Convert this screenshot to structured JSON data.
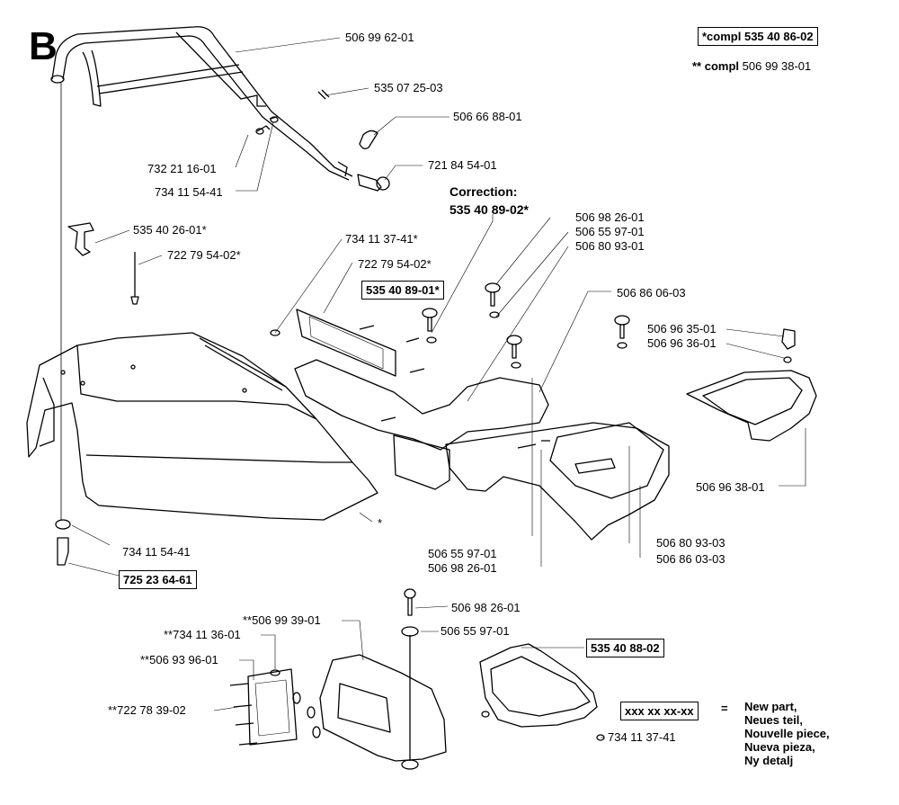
{
  "section_letter": "B",
  "compl": [
    {
      "prefix": "*compl",
      "number": "535 40 86-02"
    },
    {
      "prefix": "** compl",
      "number": "506 99 38-01"
    }
  ],
  "correction": {
    "heading": "Correction:",
    "number": "535 40 89-02*"
  },
  "labels": {
    "p506996201": "506 99 62-01",
    "p535072503": "535 07 25-03",
    "p506668801": "506 66 88-01",
    "p732211601": "732 21 16-01",
    "p721845401": "721 84 54-01",
    "p734115441a": "734 11 54-41",
    "p535402601": "535 40 26-01*",
    "p722795402a": "722 79 54-02*",
    "p734113741a": "734 11 37-41*",
    "p722795402b": "722 79 54-02*",
    "p535408901": "535 40 89-01*",
    "p506982601a": "506 98 26-01",
    "p506559701a": "506 55 97-01",
    "p506809301": "506 80 93-01",
    "p506860603": "506 86 06-03",
    "p506963501": "506 96 35-01",
    "p506963601": "506 96 36-01",
    "p506963801": "506 96 38-01",
    "star": "*",
    "p734115441b": "734 11 54-41",
    "p725236461": "725 23 64-61",
    "p506559701b": "506 55 97-01",
    "p506982601b": "506 98 26-01",
    "p506809303": "506 80 93-03",
    "p506860303": "506 86 03-03",
    "p506982601c": "506 98 26-01",
    "p506559701c": "506 55 97-01",
    "p506993901": "**506 99 39-01",
    "p734113601": "**734 11 36-01",
    "p506939601": "**506 93 96-01",
    "p722783902": "**722 78 39-02",
    "p535408802": "535 40 88-02",
    "p734113741b": "734 11 37-41"
  },
  "legend": {
    "placeholder": "xxx xx xx-xx",
    "equals": "=",
    "meanings": [
      "New part,",
      "Neues teil,",
      "Nouvelle piece,",
      "Nueva pieza,",
      "Ny detalj"
    ]
  }
}
